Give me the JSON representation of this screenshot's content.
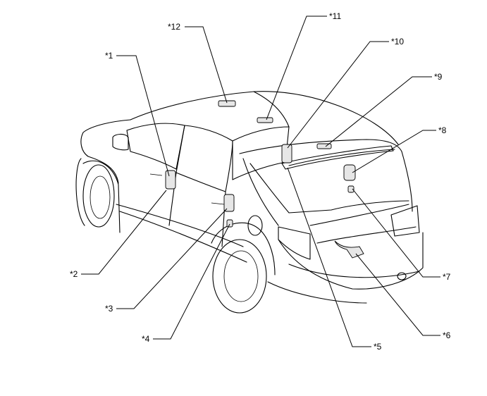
{
  "callouts": [
    {
      "id": "c1",
      "label": "*1"
    },
    {
      "id": "c2",
      "label": "*2"
    },
    {
      "id": "c3",
      "label": "*3"
    },
    {
      "id": "c4",
      "label": "*4"
    },
    {
      "id": "c5",
      "label": "*5"
    },
    {
      "id": "c6",
      "label": "*6"
    },
    {
      "id": "c7",
      "label": "*7"
    },
    {
      "id": "c8",
      "label": "*8"
    },
    {
      "id": "c9",
      "label": "*9"
    },
    {
      "id": "c10",
      "label": "*10"
    },
    {
      "id": "c11",
      "label": "*11"
    },
    {
      "id": "c12",
      "label": "*12"
    }
  ]
}
